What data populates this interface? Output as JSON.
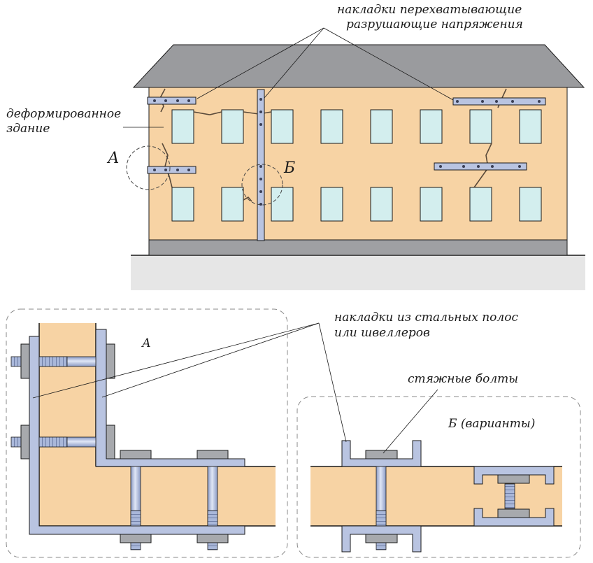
{
  "labels": {
    "top_callout_line1": "накладки перехватывающие",
    "top_callout_line2": "разрушающие напряжения",
    "deformed_line1": "деформированное",
    "deformed_line2": "здание",
    "mark_a": "А",
    "mark_b": "Б",
    "bottom_callout_line1": "накладки из стальных полос",
    "bottom_callout_line2": "или швеллеров",
    "detail_a_title": "А",
    "bolts_label": "стяжные болты",
    "detail_b_title": "Б (варианты)"
  },
  "colors": {
    "wall": "#f7d3a4",
    "roof": "#9a9b9e",
    "plinth": "#9fa0a3",
    "ground": "#e6e6e6",
    "window": "#d3eeee",
    "plate": "#b9c4e1",
    "bolt": "#9fb0d6",
    "nut": "#a7a9ad",
    "outline": "#1a1a1a"
  }
}
